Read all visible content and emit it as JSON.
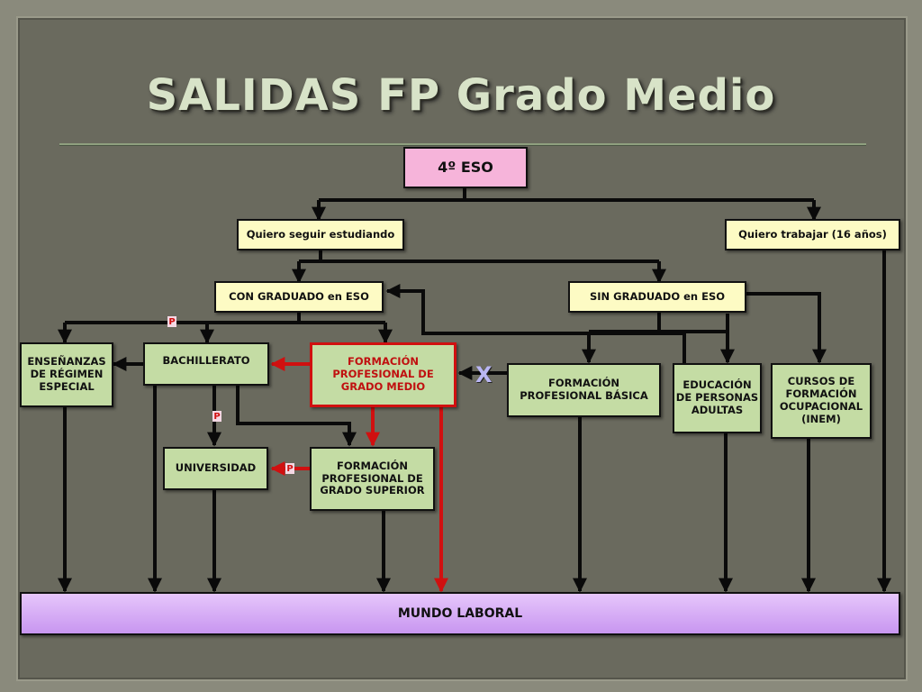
{
  "title": "SALIDAS FP Grado Medio",
  "colors": {
    "background": "#6a6a5e",
    "green_box": "#c4dca4",
    "yellow_box": "#fdfbc4",
    "pink_box": "#f6b4da",
    "purple_box": "#d4aef5",
    "highlight_red": "#d01010"
  },
  "nodes": {
    "eso": "4º ESO",
    "seguir": "Quiero seguir estudiando",
    "trabajar": "Quiero trabajar (16 años)",
    "con_graduado": "CON GRADUADO en ESO",
    "sin_graduado": "SIN GRADUADO en ESO",
    "ensenanzas": "ENSEÑANZAS DE RÉGIMEN ESPECIAL",
    "bachillerato": "BACHILLERATO",
    "fp_medio": "FORMACIÓN PROFESIONAL DE GRADO MEDIO",
    "fp_basica": "FORMACIÓN PROFESIONAL BÁSICA",
    "adultos": "EDUCACIÓN DE PERSONAS ADULTAS",
    "cursos": "CURSOS DE FORMACIÓN OCUPACIONAL (INEM)",
    "universidad": "UNIVERSIDAD",
    "fp_superior": "FORMACIÓN PROFESIONAL DE GRADO SUPERIOR",
    "laboral": "MUNDO LABORAL"
  },
  "marks": {
    "p": "P",
    "x": "X"
  }
}
